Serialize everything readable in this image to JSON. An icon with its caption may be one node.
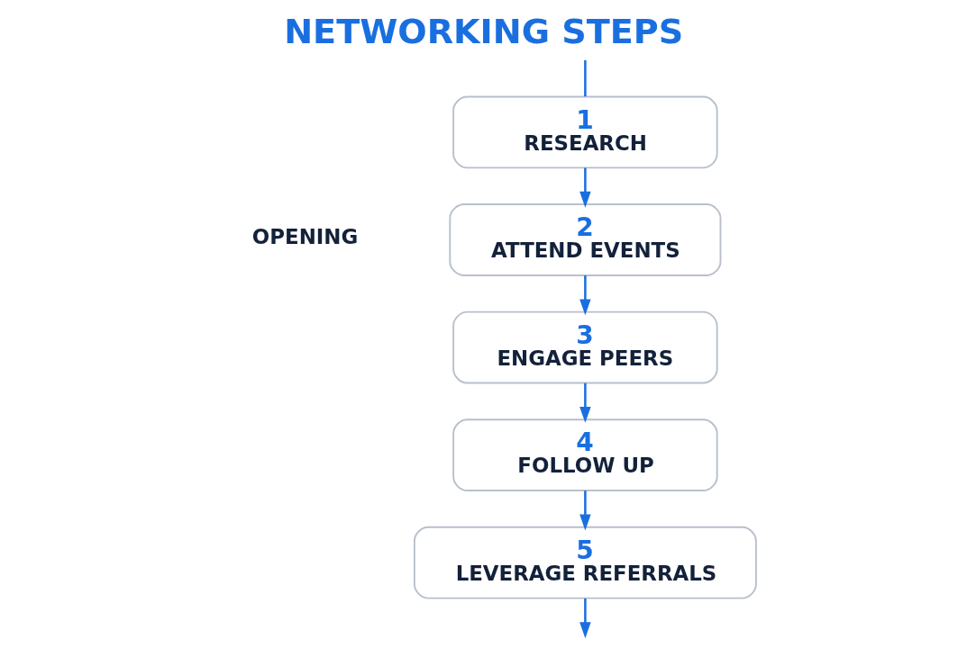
{
  "diagram": {
    "title": "NETWORKING STEPS",
    "nodes": [
      {
        "text": [
          "1",
          "RESEARCH"
        ]
      },
      {
        "text": [
          "2",
          "ATTEND EVENTS"
        ]
      },
      {
        "text": [
          "3",
          "ENGAGE PEERS"
        ]
      },
      {
        "text": [
          "4",
          "FOLLOW UP"
        ]
      },
      {
        "text": [
          "5",
          "LEVERAGE REFERRALS"
        ]
      }
    ],
    "edges": [
      {
        "from": null,
        "to": 0,
        "arrow": "none"
      },
      {
        "from": 0,
        "to": 1,
        "arrow": "to"
      },
      {
        "from": 1,
        "to": 2,
        "arrow": "to"
      },
      {
        "from": 2,
        "to": 3,
        "arrow": "to"
      },
      {
        "from": 3,
        "to": 4,
        "arrow": "to"
      },
      {
        "from": 4,
        "to": null,
        "arrow": "to"
      }
    ],
    "labels": [
      "OPENING"
    ]
  }
}
